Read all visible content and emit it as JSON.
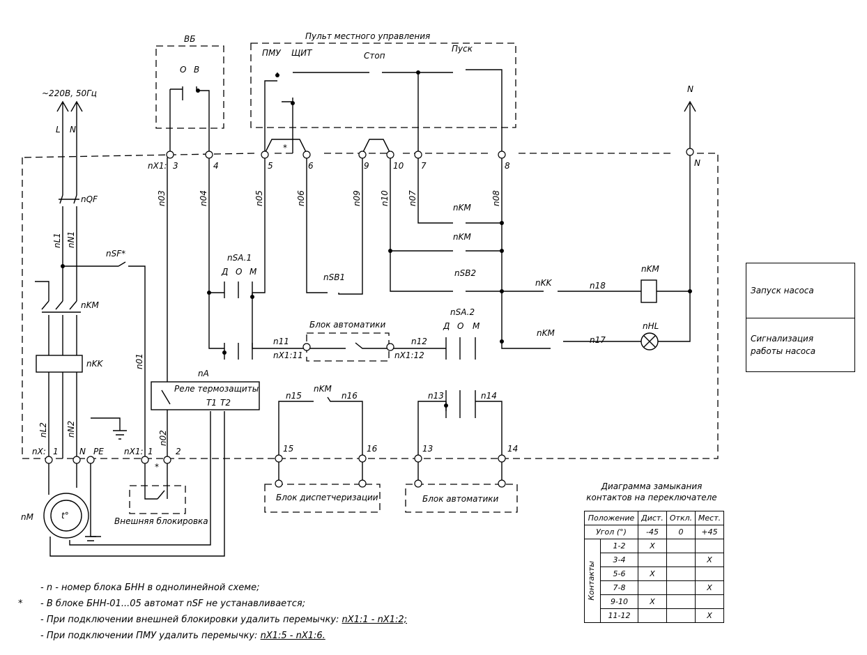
{
  "diagram": {
    "top_labels": {
      "vb": "ВБ",
      "vb_o": "О",
      "vb_v": "В",
      "pult": "Пульт местного управления",
      "pmu": "ПМУ",
      "shchit": "ЩИТ",
      "stop": "Стоп",
      "pusk": "Пуск",
      "supply": "~220В, 50Гц",
      "L": "L",
      "N": "N",
      "N_right": "N",
      "N_term": "N"
    },
    "terminals": {
      "nx1": "nX1:",
      "t3": "3",
      "t4": "4",
      "t5": "5",
      "t6": "6",
      "t9": "9",
      "t10": "10",
      "t7": "7",
      "t8": "8",
      "star1": "*",
      "nx": "nX:",
      "b1": "1",
      "bN": "N",
      "bPE": "PE",
      "nx1b": "nX1:",
      "b1b": "1",
      "b2": "2",
      "star2": "*",
      "b15": "15",
      "b16": "16",
      "b13": "13",
      "b14": "14"
    },
    "wires": {
      "n03": "n03",
      "n04": "n04",
      "n05": "n05",
      "n06": "n06",
      "n09": "n09",
      "n10": "n10",
      "n07": "n07",
      "n08": "n08",
      "nL1": "nL1",
      "nN1": "nN1",
      "nL2": "nL2",
      "nN2": "nN2",
      "n01": "n01",
      "n02": "n02",
      "n11": "n11",
      "n12": "n12",
      "n13": "n13",
      "n14": "n14",
      "n15": "n15",
      "n16": "n16",
      "n17": "n17",
      "n18": "n18"
    },
    "components": {
      "nQF": "nQF",
      "nSF": "nSF*",
      "nKM_main": "nKM",
      "nKK_main": "nKK",
      "nM": "nM",
      "t_motor": "t°",
      "nA": "nA",
      "rele": "Реле термозащиты",
      "T1": "T1",
      "T2": "T2",
      "nSA1": "nSA.1",
      "sa1_d": "Д",
      "sa1_o": "О",
      "sa1_m": "М",
      "nSA2": "nSA.2",
      "sa2_d": "Д",
      "sa2_o": "О",
      "sa2_m": "М",
      "nSB1": "nSB1",
      "nSB2": "nSB2",
      "nKM_1": "nKM",
      "nKM_2": "nKM",
      "nKM_3": "nKM",
      "nKM_4": "nKM",
      "nKK_coil": "nKK",
      "nKM_coil": "nKM",
      "nHL": "nHL",
      "blok_avt_top": "Блок автоматики",
      "nX1_11": "nX1:11",
      "nX1_12": "nX1:12",
      "blok_disp": "Блок диспетчеризации",
      "blok_avt_bottom": "Блок автоматики",
      "vnesh_blok": "Внешняя блокировка"
    }
  },
  "legend": {
    "row1": "Запуск насоса",
    "row2_line1": "Сигнализация",
    "row2_line2": "работы насоса"
  },
  "contact_diagram": {
    "title_line1": "Диаграмма замыкания",
    "title_line2": "контактов на переключателе",
    "header": [
      "Положение",
      "Дист.",
      "Откл.",
      "Мест."
    ],
    "angle_row": [
      "Угол (°)",
      "-45",
      "0",
      "+45"
    ],
    "group_label": "Контакты",
    "rows": [
      [
        "1-2",
        "X",
        "",
        ""
      ],
      [
        "3-4",
        "",
        "",
        "X"
      ],
      [
        "5-6",
        "X",
        "",
        ""
      ],
      [
        "7-8",
        "",
        "",
        "X"
      ],
      [
        "9-10",
        "X",
        "",
        ""
      ],
      [
        "11-12",
        "",
        "",
        "X"
      ]
    ]
  },
  "notes": {
    "n1": "- n - номер блока БНН в однолинейной схеме;",
    "n2_star": "*",
    "n2": "- В блоке БНН-01...05 автомат nSF не устанавливается;",
    "n3_pre": "- При подключении внешней блокировки удалить перемычку:",
    "n3_ul": "nX1:1 - nX1:2;",
    "n4_pre": "- При подключении ПМУ удалить перемычку:",
    "n4_ul": "nX1:5 - nX1:6."
  }
}
